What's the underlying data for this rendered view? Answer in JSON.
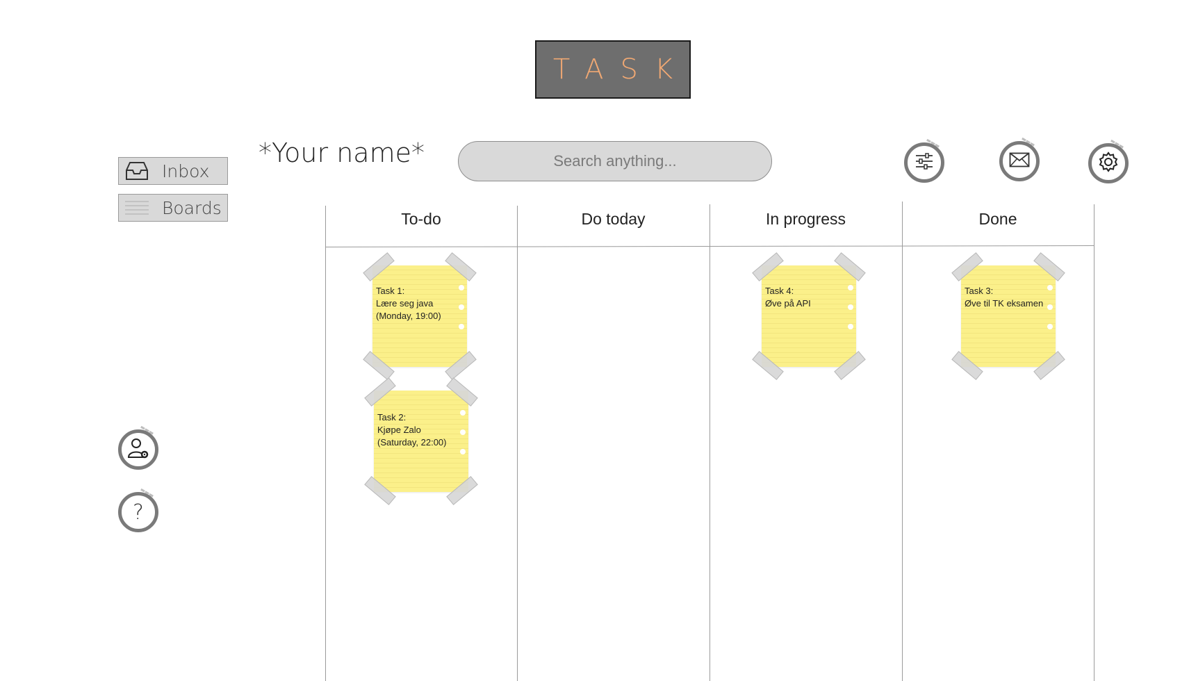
{
  "logo": {
    "text": "TASK",
    "color": "#f0a873"
  },
  "sidebar": {
    "items": [
      {
        "label": "Inbox",
        "icon": "inbox-icon"
      },
      {
        "label": "Boards",
        "icon": "boards-lines-icon"
      }
    ],
    "bottom_buttons": [
      {
        "icon": "user-settings-icon"
      },
      {
        "icon": "help-question-icon"
      }
    ]
  },
  "header": {
    "username": "*Your name*",
    "search": {
      "placeholder": "Search anything..."
    },
    "actions": [
      {
        "icon": "filter-sliders-icon"
      },
      {
        "icon": "mail-icon"
      },
      {
        "icon": "gear-icon"
      }
    ]
  },
  "board": {
    "columns": [
      {
        "title": "To-do"
      },
      {
        "title": "Do today"
      },
      {
        "title": "In progress"
      },
      {
        "title": "Done"
      }
    ],
    "notes": {
      "task1": "Task 1:\nLære seg java\n(Monday, 19:00)",
      "task2": "Task 2:\nKjøpe Zalo\n(Saturday, 22:00)",
      "task4": "Task 4:\nØve på API",
      "task3": "Task 3:\nØve til TK eksamen"
    }
  }
}
